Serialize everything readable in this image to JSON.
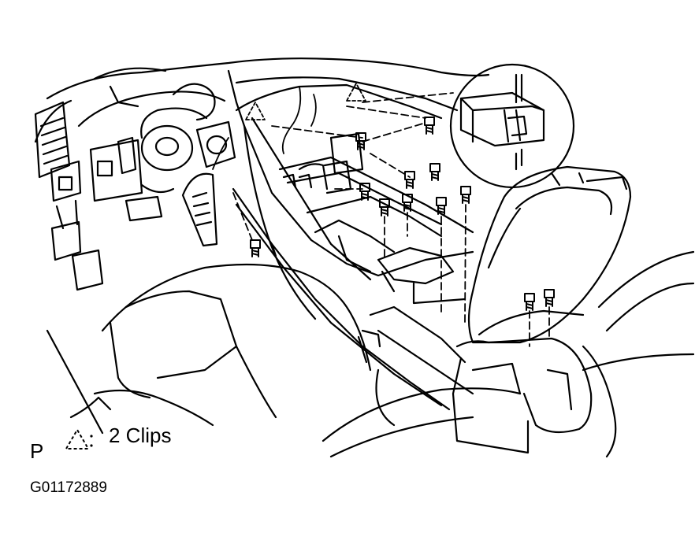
{
  "legend": {
    "prefix": "P",
    "text": "2 Clips",
    "symbol_icon": "dashed-triangle-clip-icon"
  },
  "figure_id": "G01172889",
  "colors": {
    "line": "#000000",
    "background": "#ffffff"
  }
}
